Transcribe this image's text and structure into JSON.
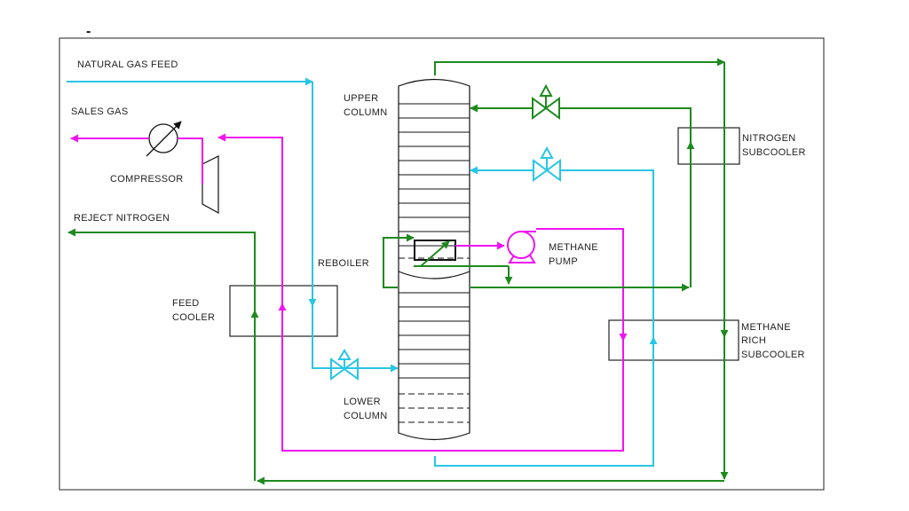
{
  "labels": {
    "natural_gas_feed": "NATURAL GAS FEED",
    "sales_gas": "SALES GAS",
    "compressor": "COMPRESSOR",
    "reject_nitrogen": "REJECT NITROGEN",
    "reboiler": "REBOILER",
    "feed_cooler": [
      "FEED",
      "COOLER"
    ],
    "upper_column": [
      "UPPER",
      "COLUMN"
    ],
    "lower_column": [
      "LOWER",
      "COLUMN"
    ],
    "methane_pump": [
      "METHANE",
      "PUMP"
    ],
    "nitrogen_subcooler": [
      "NITROGEN",
      "SUBCOOLER"
    ],
    "methane_rich_subcooler": [
      "METHANE",
      "RICH",
      "SUBCOOLER"
    ],
    "corner_mark": "-"
  },
  "colors": {
    "feed_stream": "#29c5e6",
    "methane_stream": "#f013f0",
    "nitrogen_stream": "#1e8a1e",
    "equipment": "#111111"
  }
}
